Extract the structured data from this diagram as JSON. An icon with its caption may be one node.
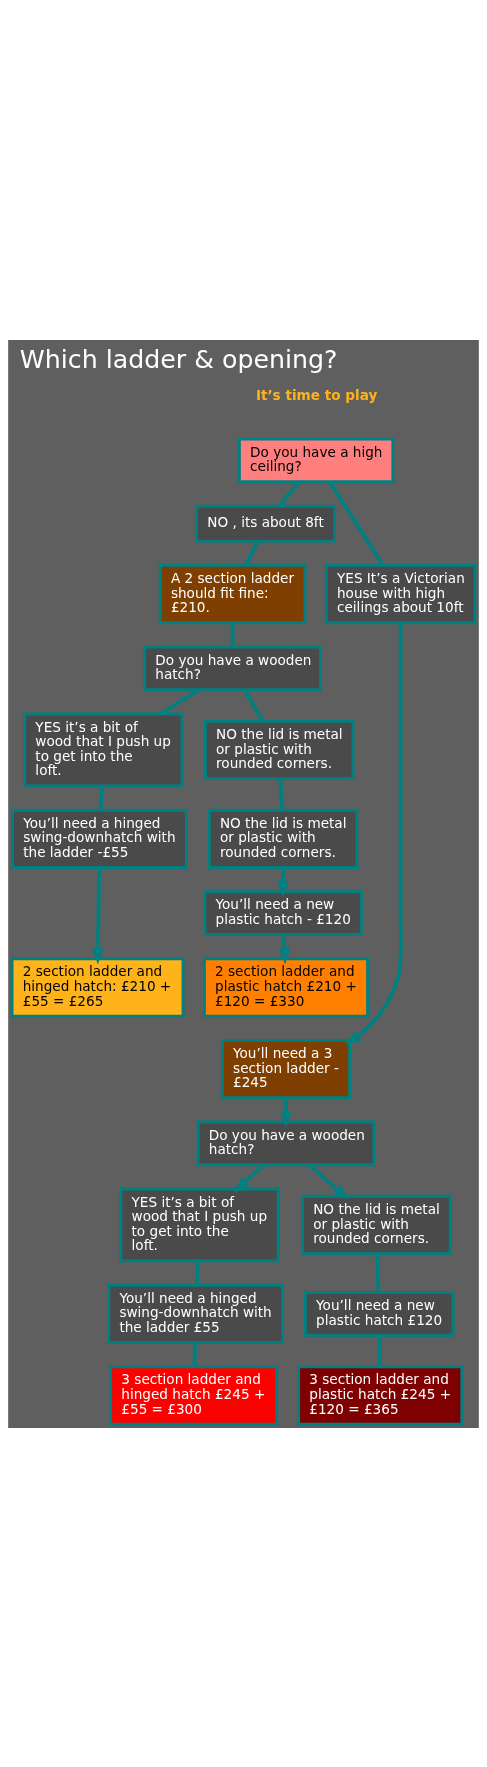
{
  "diagram": {
    "title": "Which ladder & opening?",
    "nodes": [
      {
        "text": [
          "Do you have a high ceiling?"
        ]
      },
      {
        "text": [
          "NO , its about 8ft"
        ]
      },
      {
        "text": [
          "YES It’s a Victorian house with high ceilings about 10ft"
        ]
      },
      {
        "text": [
          "A 2 section ladder should fit fine: £210."
        ]
      },
      {
        "text": [
          "Do you have a wooden hatch?"
        ]
      },
      {
        "text": [
          "YES it’s a bit of wood that I push up to get into the loft."
        ]
      },
      {
        "text": [
          "NO the lid is metal or plastic with rounded corners."
        ]
      },
      {
        "text": [
          "You’ll need a hinged swing-downhatch with the ladder -£55"
        ]
      },
      {
        "text": [
          "NO the lid is metal or plastic with rounded corners."
        ]
      },
      {
        "text": [
          "You’ll need a new plastic hatch - £120"
        ]
      },
      {
        "text": [
          "2 section ladder and hinged hatch: £210 + £55 = £265"
        ]
      },
      {
        "text": [
          "2 section ladder and plastic hatch £210 + £120 = £330"
        ]
      },
      {
        "text": [
          "You’ll need a 3 section ladder - £245"
        ]
      },
      {
        "text": [
          "Do you have a wooden hatch?"
        ]
      },
      {
        "text": [
          "YES it’s a bit of wood that I push up to get into the loft."
        ]
      },
      {
        "text": [
          "NO the lid is metal or plastic with rounded corners."
        ]
      },
      {
        "text": [
          "You’ll need a hinged swing-downhatch with the ladder £55"
        ]
      },
      {
        "text": [
          "You’ll need a new plastic hatch £120"
        ]
      },
      {
        "text": [
          "3 section ladder and hinged hatch £245 + £55 = £300"
        ]
      },
      {
        "text": [
          "3 section ladder and plastic hatch £245 + £120 = £365"
        ]
      }
    ],
    "edges": [
      {
        "from": 0,
        "to": 1,
        "arrow": "none"
      },
      {
        "from": 0,
        "to": 2,
        "arrow": "none"
      },
      {
        "from": 1,
        "to": 3,
        "arrow": "none"
      },
      {
        "from": 3,
        "to": 4,
        "arrow": "none"
      },
      {
        "from": 4,
        "to": 5,
        "arrow": "none"
      },
      {
        "from": 4,
        "to": 6,
        "arrow": "none"
      },
      {
        "from": 5,
        "to": 7,
        "arrow": "none"
      },
      {
        "from": 6,
        "to": 8,
        "arrow": "none"
      },
      {
        "from": 7,
        "to": 10,
        "arrow": "to"
      },
      {
        "from": 8,
        "to": 9,
        "arrow": "to"
      },
      {
        "from": 9,
        "to": 11,
        "arrow": "to"
      },
      {
        "from": 2,
        "to": 12,
        "arrow": "to"
      },
      {
        "from": 12,
        "to": 13,
        "arrow": "to"
      },
      {
        "from": 13,
        "to": 14,
        "arrow": "to"
      },
      {
        "from": 13,
        "to": 15,
        "arrow": "to"
      },
      {
        "from": 14,
        "to": 16,
        "arrow": "none"
      },
      {
        "from": 15,
        "to": 17,
        "arrow": "none"
      },
      {
        "from": 16,
        "to": 18,
        "arrow": "none"
      },
      {
        "from": 17,
        "to": 19,
        "arrow": "none"
      }
    ],
    "labels": [
      "It’s time to play"
    ]
  }
}
